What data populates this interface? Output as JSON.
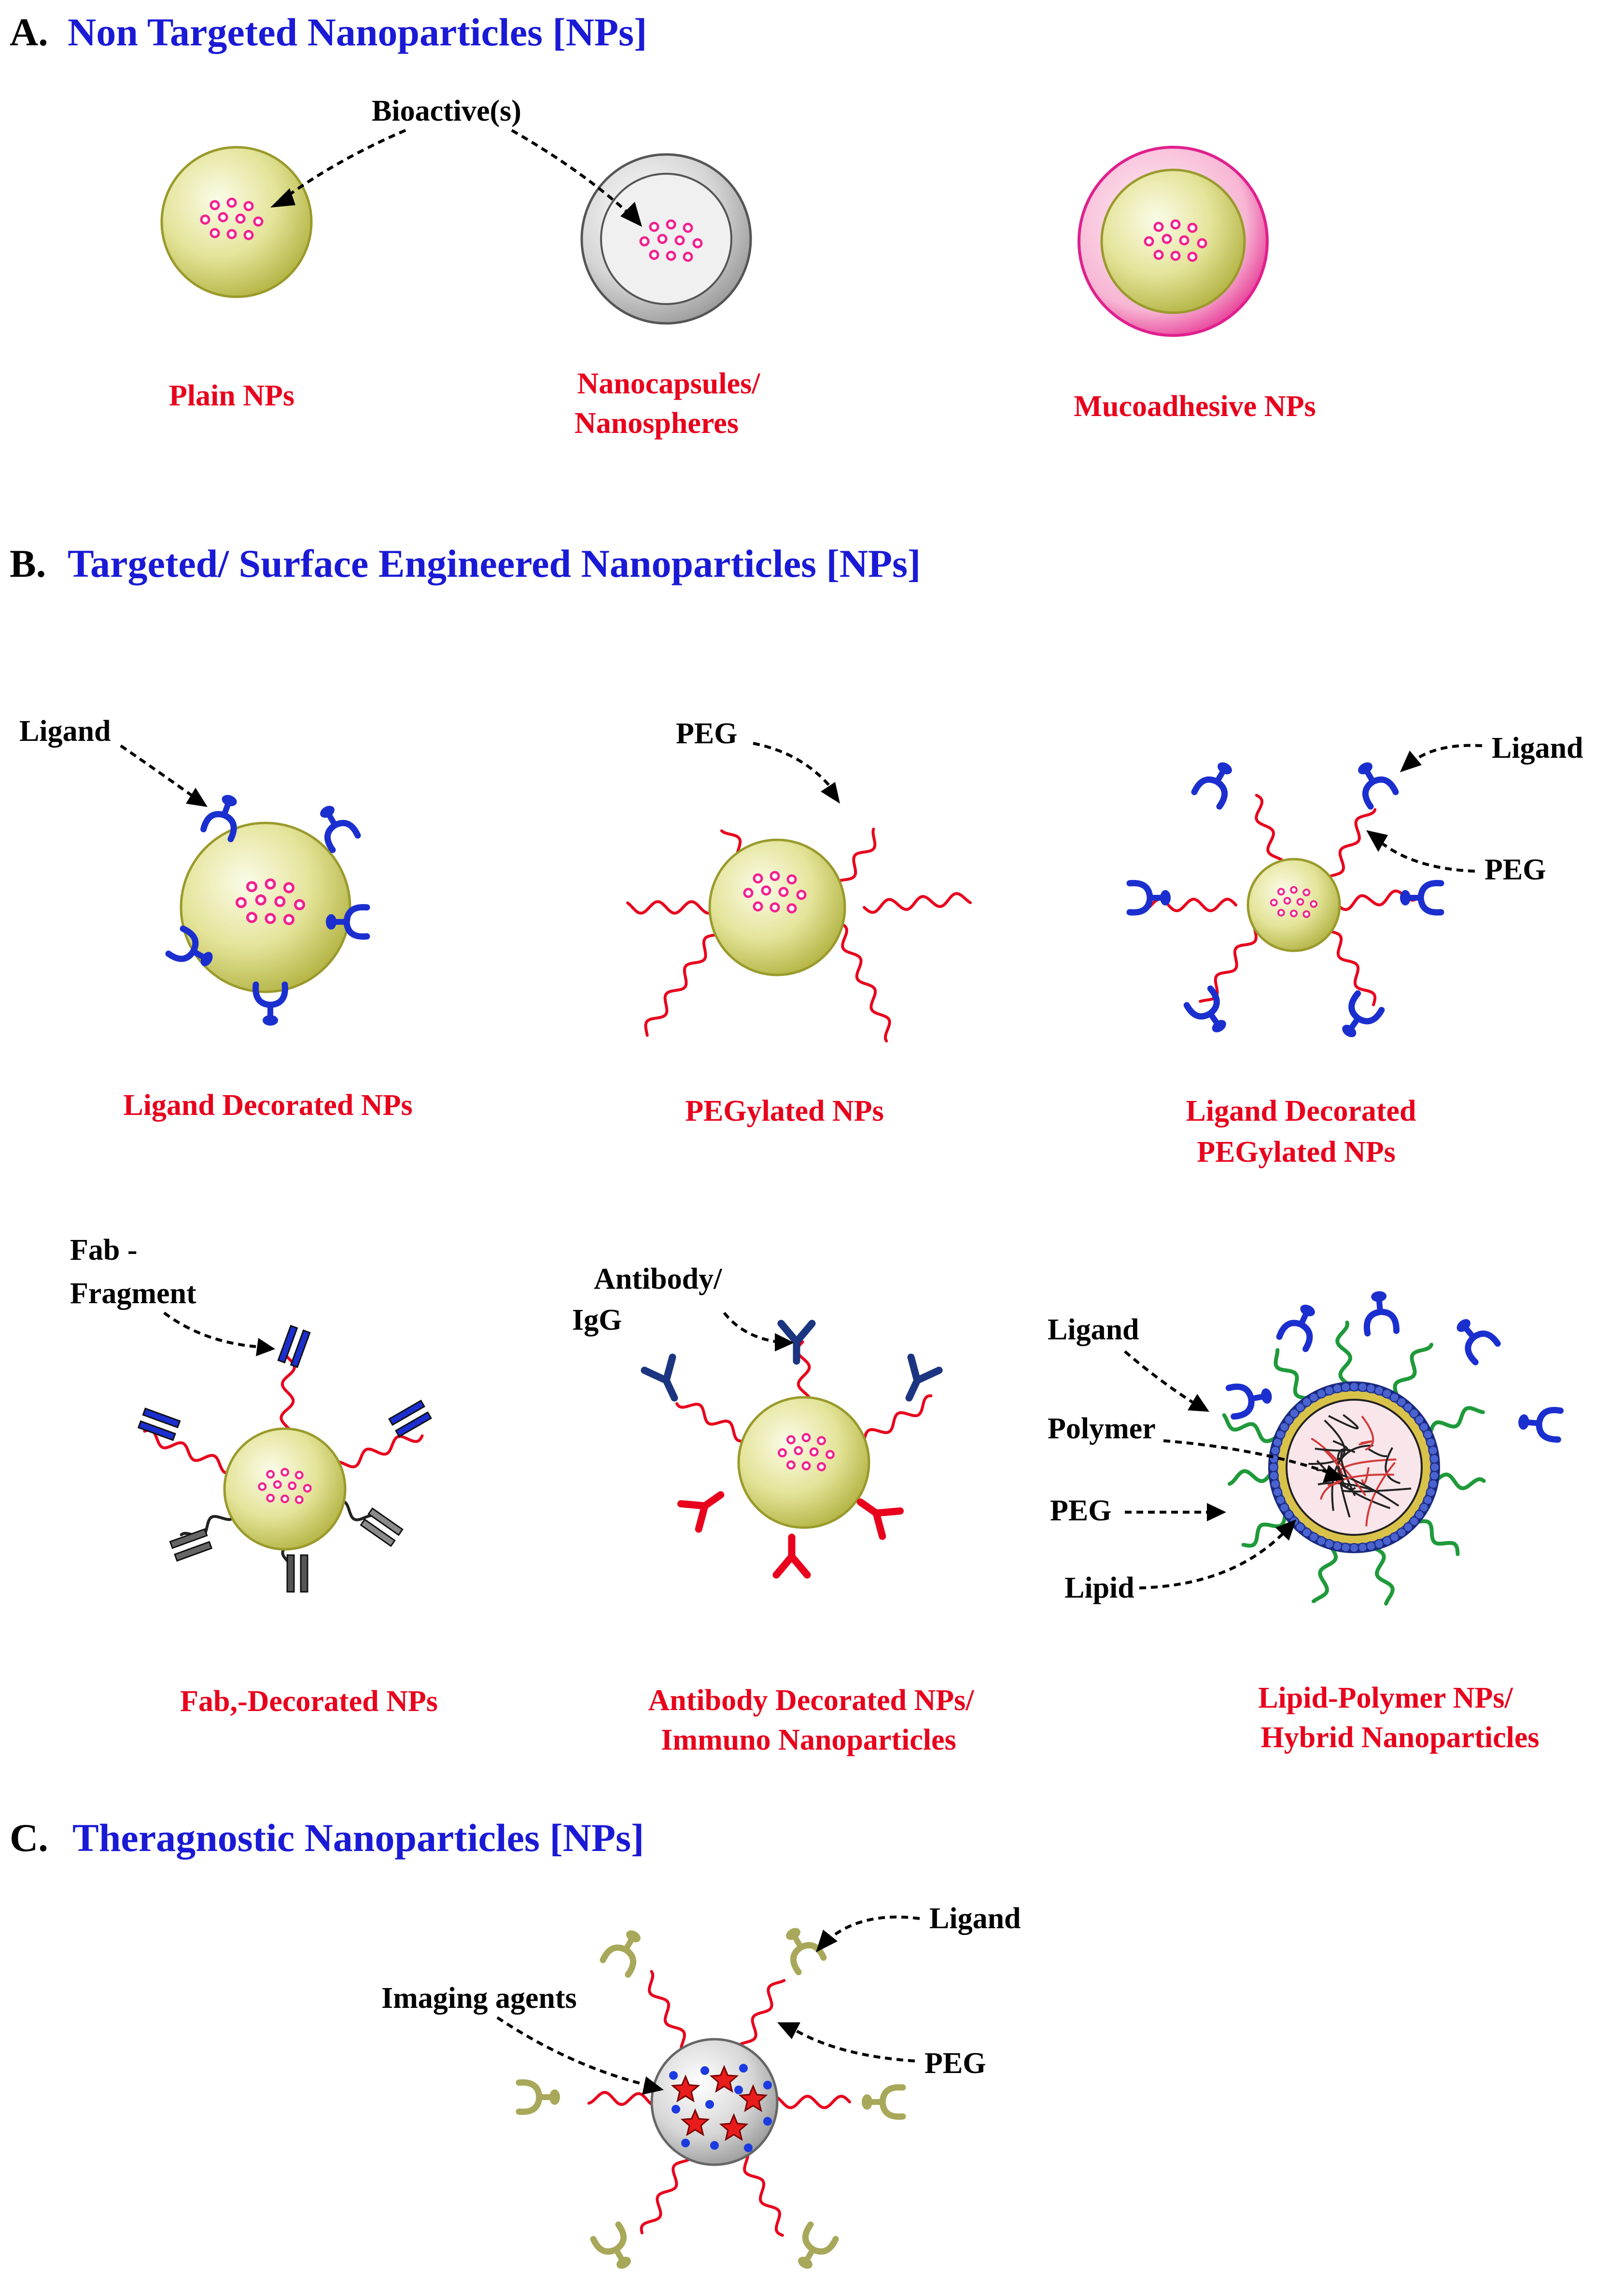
{
  "colors": {
    "title": "#1a1ad6",
    "caption": "#e8001c",
    "particle": "#cfd16a",
    "dots": "#f2218e",
    "ligand": "#1b2fcf",
    "peg": "#e8001c",
    "green_text": "#1c8a1c",
    "pink_text": "#f2218e"
  },
  "sections": {
    "a": {
      "letter": "A.",
      "title": "Non Targeted Nanoparticles [NPs]"
    },
    "b": {
      "letter": "B.",
      "title": "Targeted/ Surface Engineered Nanoparticles [NPs]"
    },
    "c": {
      "letter": "C.",
      "title": "Theragnostic Nanoparticles [NPs]"
    }
  },
  "labels": {
    "bioactive": "Bioactive(s)",
    "ligand": "Ligand",
    "peg_short": "PEG",
    "fab_1": "Fab -",
    "fab_2": "Fragment",
    "antibody_1": "Antibody/",
    "antibody_2": "IgG",
    "polymer": "Polymer",
    "lipid": "Lipid",
    "imaging": "Imaging agents"
  },
  "captions": {
    "plain": "Plain NPs",
    "nanocapsules_1": "Nanocapsules/",
    "nanocapsules_2": "Nanospheres",
    "mucoadhesive": "Mucoadhesive NPs",
    "ligand_decorated": "Ligand Decorated NPs",
    "pegylated": "PEGylated NPs",
    "ligand_peg_1": "Ligand Decorated",
    "ligand_peg_2": "PEGylated NPs",
    "fab": "Fab,-Decorated NPs",
    "antibody_1": "Antibody Decorated NPs/",
    "antibody_2": "Immuno Nanoparticles",
    "hybrid_1": "Lipid-Polymer NPs/",
    "hybrid_2": "Hybrid Nanoparticles"
  }
}
